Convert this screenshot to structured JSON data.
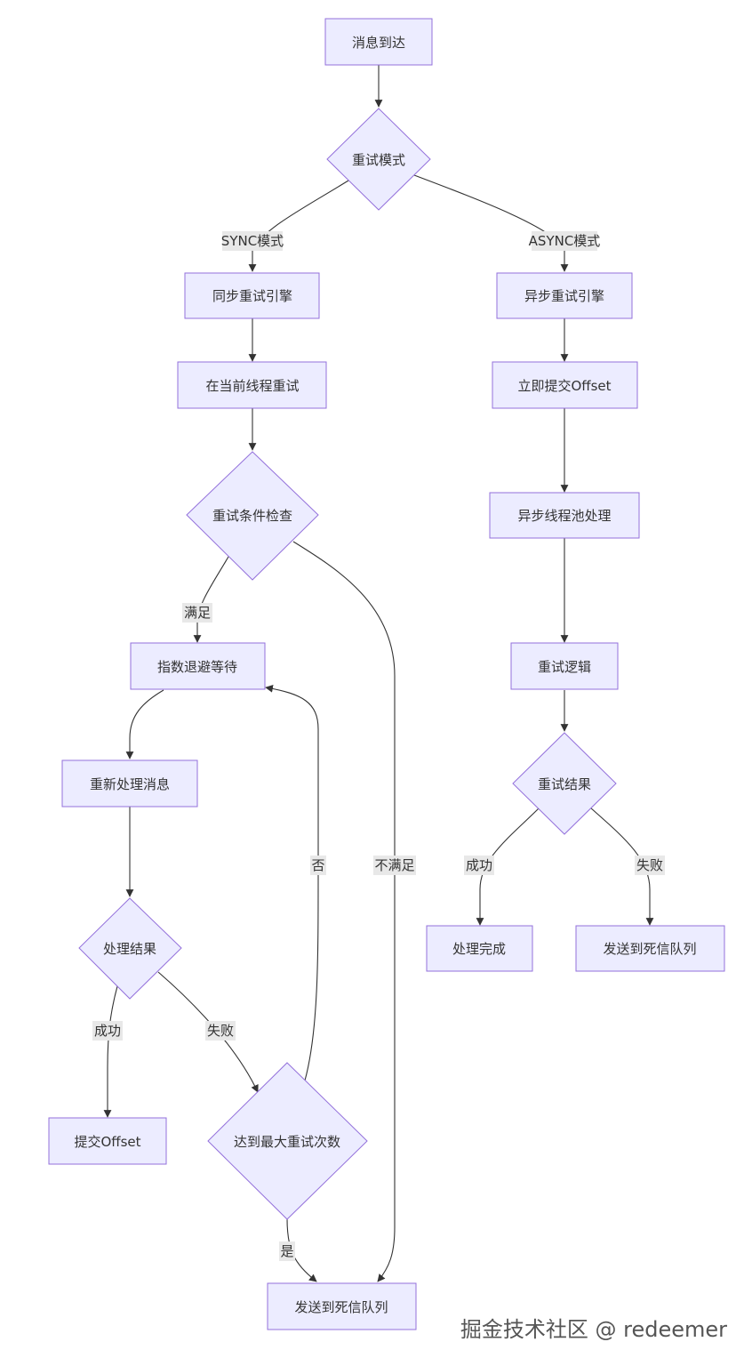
{
  "nodes": {
    "arrive": "消息到达",
    "retry_mode": "重试模式",
    "sync_engine": "同步重试引擎",
    "current_thread": "在当前线程重试",
    "cond_check": "重试条件检查",
    "backoff": "指数退避等待",
    "reprocess": "重新处理消息",
    "process_result": "处理结果",
    "commit_offset_sync": "提交Offset",
    "max_retries": "达到最大重试次数",
    "dlq_sync": "发送到死信队列",
    "async_engine": "异步重试引擎",
    "commit_offset_async": "立即提交Offset",
    "async_pool": "异步线程池处理",
    "retry_logic": "重试逻辑",
    "retry_result": "重试结果",
    "done": "处理完成",
    "dlq_async": "发送到死信队列"
  },
  "edge_labels": {
    "sync_mode": "SYNC模式",
    "async_mode": "ASYNC模式",
    "satisfied": "满足",
    "not_satisfied": "不满足",
    "success_sync": "成功",
    "fail_sync": "失败",
    "no": "否",
    "yes": "是",
    "success_async": "成功",
    "fail_async": "失败"
  },
  "watermark": "掘金技术社区 @ redeemer"
}
